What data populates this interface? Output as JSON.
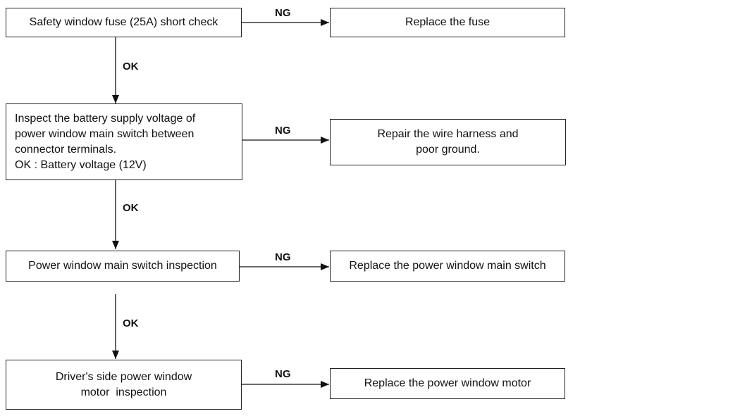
{
  "steps": [
    {
      "check": [
        "Safety window fuse (25A) short check"
      ],
      "fail_label": "NG",
      "fail_action": [
        "Replace the fuse"
      ],
      "pass_label": "OK"
    },
    {
      "check": [
        "Inspect the battery supply voltage of",
        "power window main switch between",
        "connector terminals.",
        "OK : Battery voltage (12V)"
      ],
      "fail_label": "NG",
      "fail_action": [
        "Repair the wire harness and",
        "poor ground."
      ],
      "pass_label": "OK"
    },
    {
      "check": [
        "Power window main switch inspection"
      ],
      "fail_label": "NG",
      "fail_action": [
        "Replace the power window main switch"
      ],
      "pass_label": "OK"
    },
    {
      "check": [
        "Driver's side power window",
        "motor  inspection"
      ],
      "fail_label": "NG",
      "fail_action": [
        "Replace the power window motor"
      ]
    }
  ]
}
